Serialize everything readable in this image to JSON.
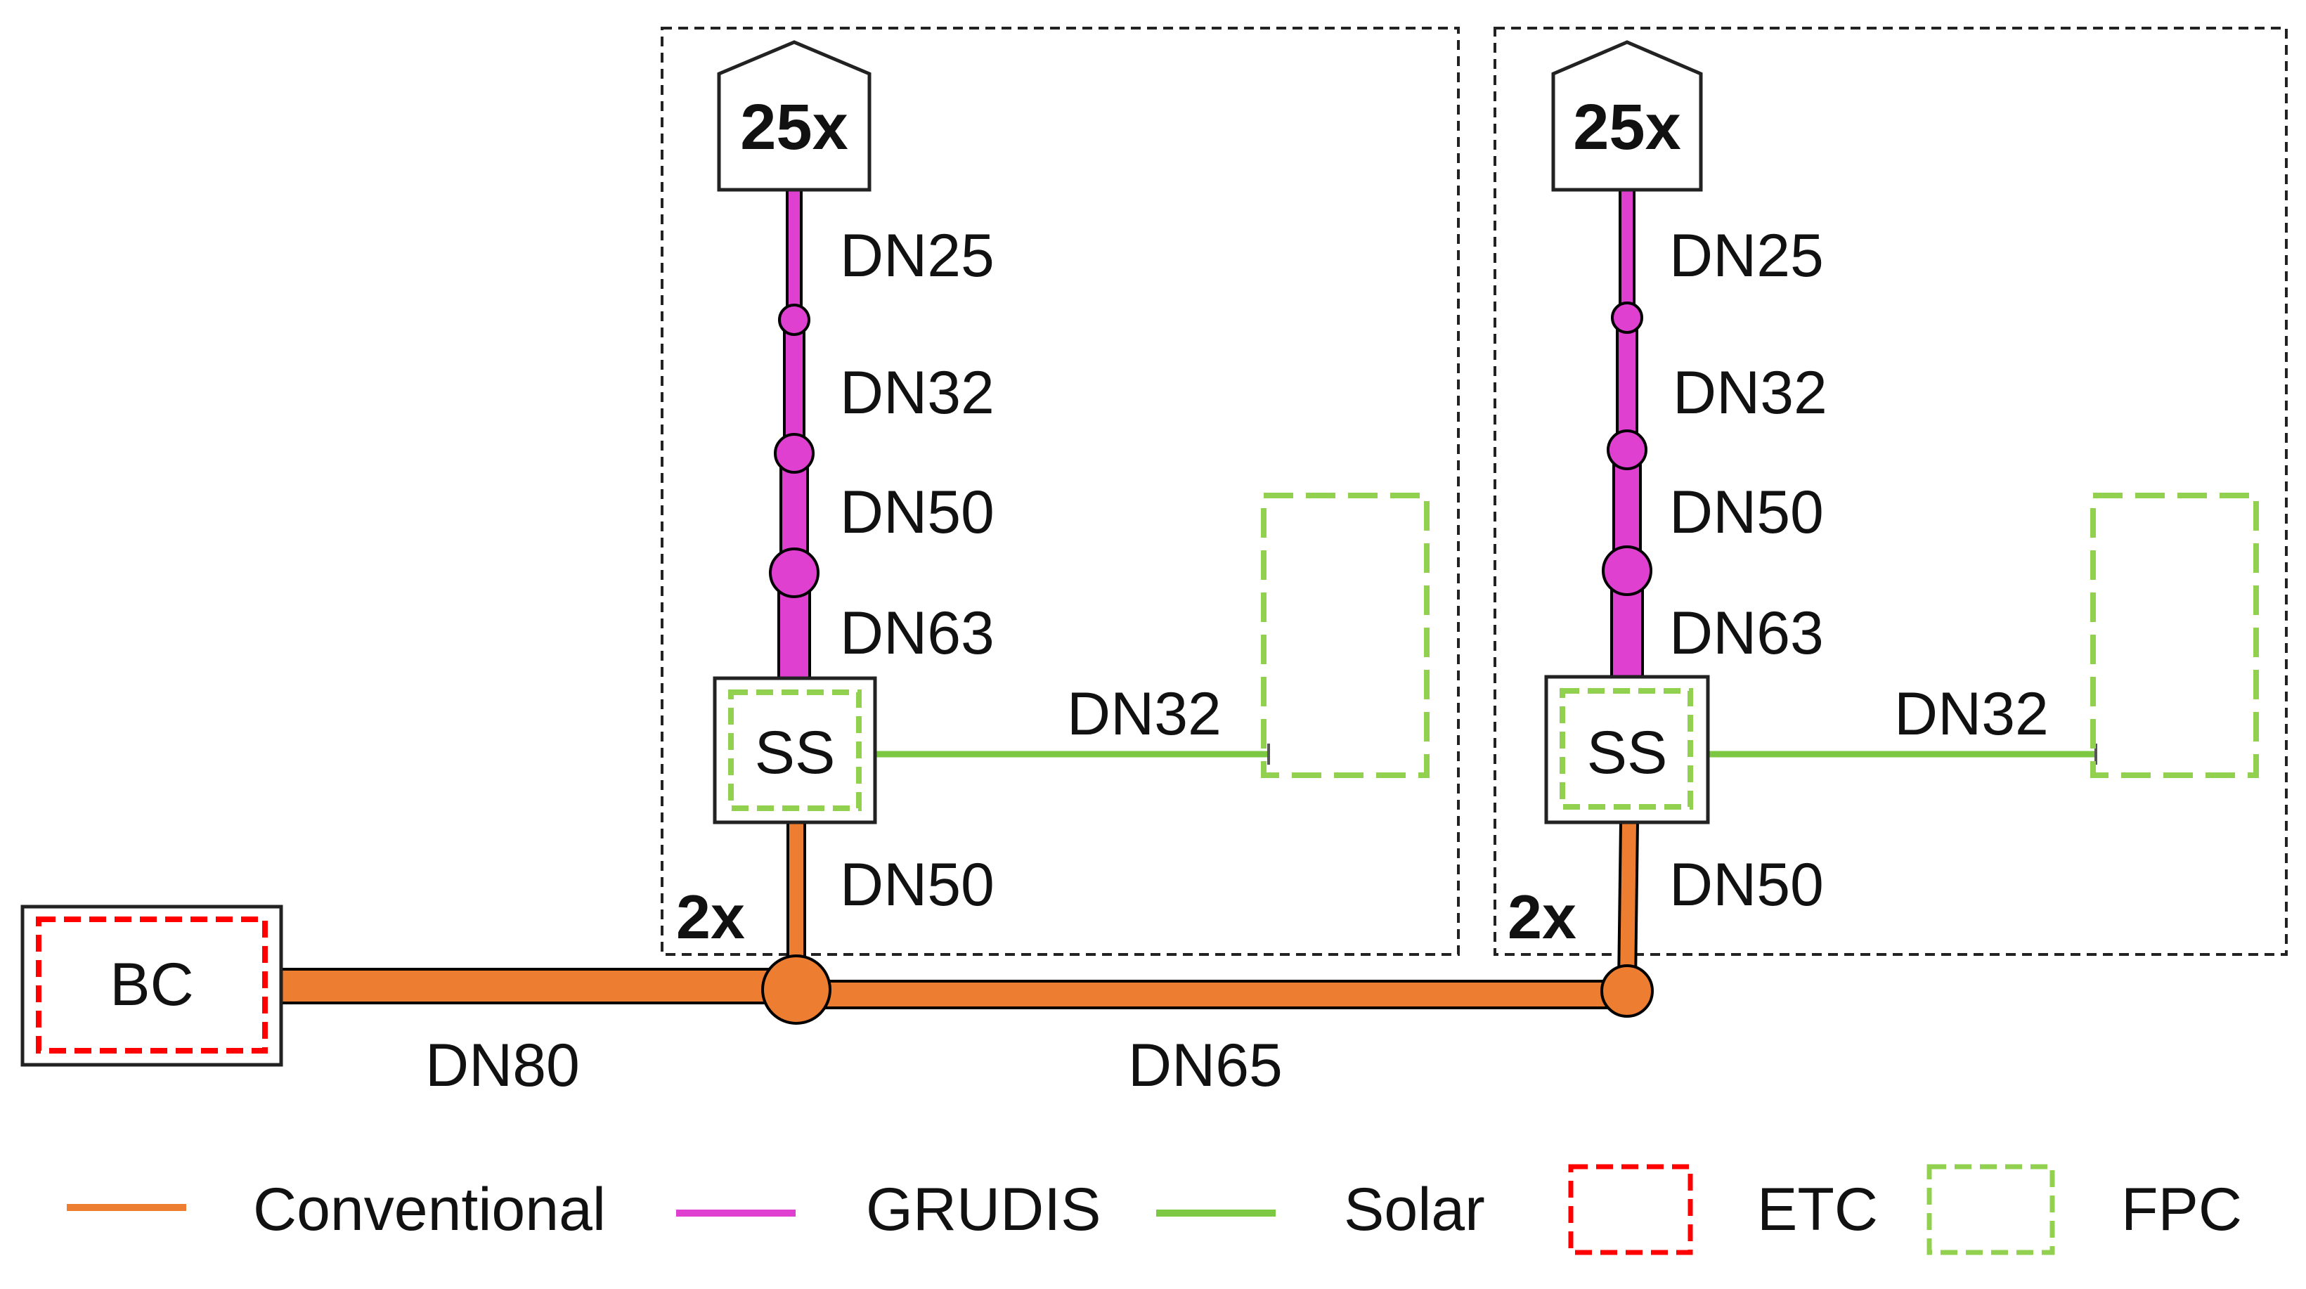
{
  "colors": {
    "conventional": "#ED7D31",
    "grudis": "#E040D0",
    "solar": "#7DC843",
    "etc": "#FF0000",
    "fpc": "#92D050",
    "frame": "#222222"
  },
  "boiler": {
    "label": "BC"
  },
  "main_pipes": {
    "left": "DN80",
    "right": "DN65"
  },
  "groups": [
    {
      "multiplier": "2x",
      "building": "25x",
      "substation": "SS",
      "riser": [
        "DN25",
        "DN32",
        "DN50",
        "DN63"
      ],
      "solar_pipe": "DN32",
      "branch": "DN50"
    },
    {
      "multiplier": "2x",
      "building": "25x",
      "substation": "SS",
      "riser": [
        "DN25",
        "DN32",
        "DN50",
        "DN63"
      ],
      "solar_pipe": "DN32",
      "branch": "DN50"
    }
  ],
  "legend": {
    "conventional": "Conventional",
    "grudis": "GRUDIS",
    "solar": "Solar",
    "etc": "ETC",
    "fpc": "FPC"
  }
}
